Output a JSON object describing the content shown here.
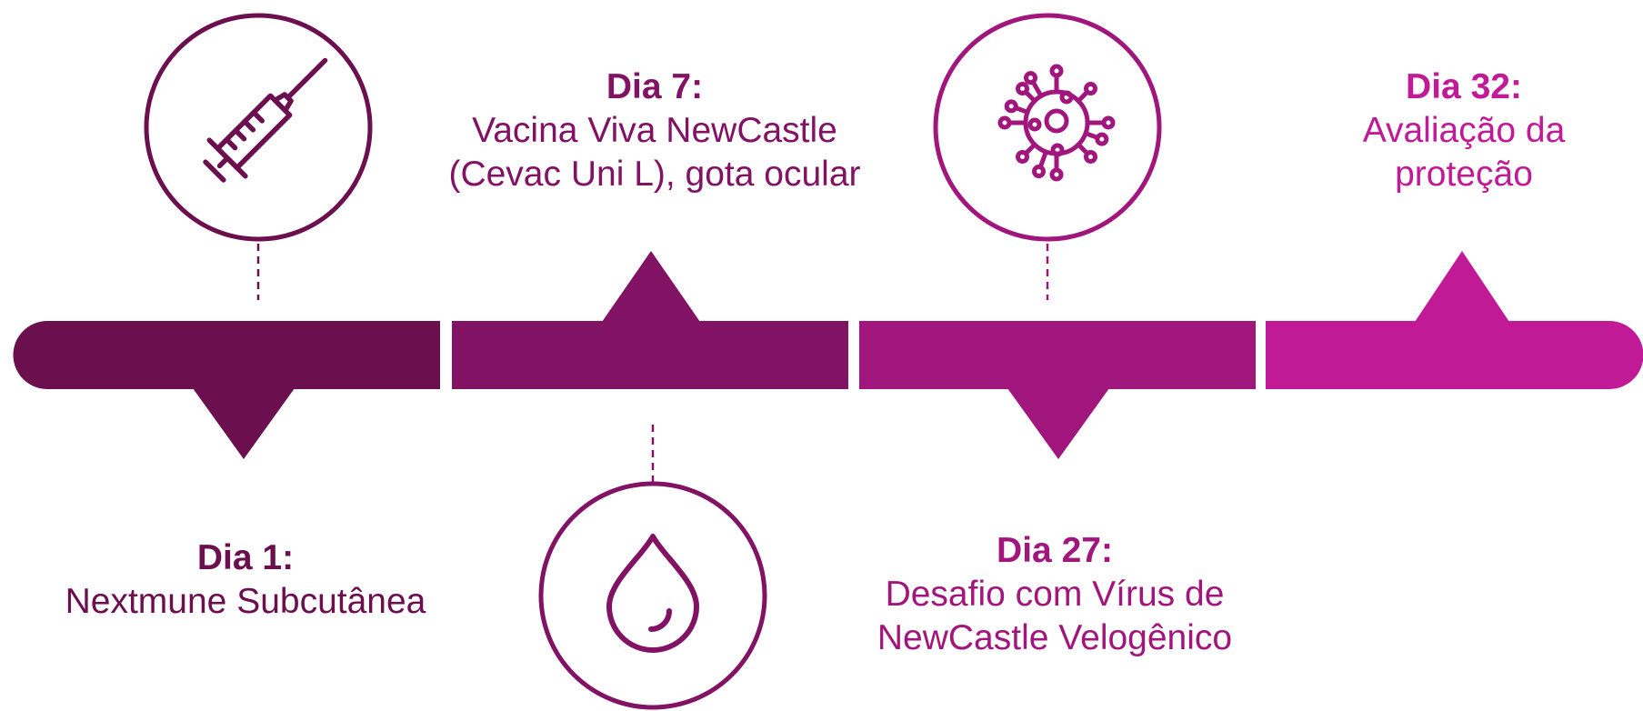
{
  "colors": {
    "segment1": "#6b0f4f",
    "segment2": "#821264",
    "segment3": "#a0167c",
    "segment4": "#c01a96"
  },
  "steps": [
    {
      "day": "Dia 1:",
      "lines": [
        "Nextmune Subcutânea"
      ],
      "icon": "syringe-icon"
    },
    {
      "day": "Dia 7:",
      "lines": [
        "Vacina Viva NewCastle",
        "(Cevac Uni L), gota ocular"
      ],
      "icon": "drop-icon"
    },
    {
      "day": "Dia 27:",
      "lines": [
        "Desafio com Vírus de",
        "NewCastle Velogênico"
      ],
      "icon": "virus-icon"
    },
    {
      "day": "Dia 32:",
      "lines": [
        "Avaliação da",
        "proteção"
      ],
      "icon": ""
    }
  ]
}
